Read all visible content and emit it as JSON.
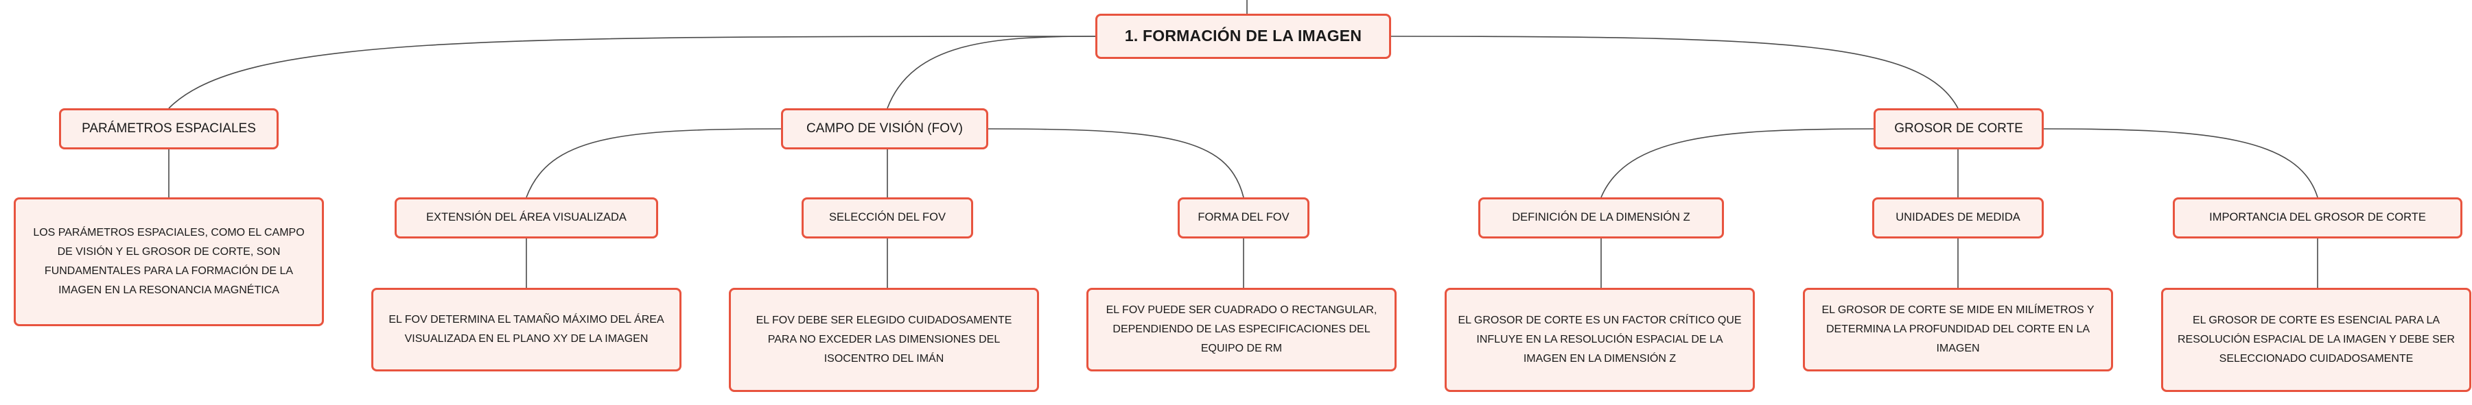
{
  "root": {
    "label": "1. FORMACIÓN DE LA IMAGEN"
  },
  "branches": {
    "parametros": {
      "label": "PARÁMETROS ESPACIALES",
      "description": "LOS PARÁMETROS ESPACIALES, COMO EL CAMPO DE VISIÓN Y EL GROSOR DE CORTE, SON FUNDAMENTALES PARA LA FORMACIÓN DE LA IMAGEN EN LA RESONANCIA MAGNÉTICA"
    },
    "fov": {
      "label": "CAMPO DE VISIÓN (FOV)",
      "children": {
        "extension": {
          "label": "EXTENSIÓN DEL ÁREA VISUALIZADA",
          "description": "EL FOV DETERMINA EL TAMAÑO MÁXIMO DEL ÁREA VISUALIZADA EN EL PLANO XY DE LA IMAGEN"
        },
        "seleccion": {
          "label": "SELECCIÓN DEL FOV",
          "description": "EL FOV DEBE SER ELEGIDO CUIDADOSAMENTE PARA NO EXCEDER LAS DIMENSIONES DEL ISOCENTRO DEL IMÁN"
        },
        "forma": {
          "label": "FORMA DEL FOV",
          "description": "EL FOV PUEDE SER CUADRADO O RECTANGULAR, DEPENDIENDO DE LAS ESPECIFICACIONES DEL EQUIPO DE RM"
        }
      }
    },
    "grosor": {
      "label": "GROSOR DE CORTE",
      "children": {
        "dimension_z": {
          "label": "DEFINICIÓN DE LA DIMENSIÓN Z",
          "description": "EL GROSOR DE CORTE ES UN FACTOR CRÍTICO QUE INFLUYE EN LA RESOLUCIÓN ESPACIAL DE LA IMAGEN EN LA DIMENSIÓN Z"
        },
        "unidades": {
          "label": "UNIDADES DE MEDIDA",
          "description": "EL GROSOR DE CORTE SE MIDE EN MILÍMETROS Y DETERMINA LA PROFUNDIDAD DEL CORTE EN LA IMAGEN"
        },
        "importancia": {
          "label": "IMPORTANCIA DEL GROSOR DE CORTE",
          "description": "EL GROSOR DE CORTE ES ESENCIAL PARA LA RESOLUCIÓN ESPACIAL DE LA IMAGEN Y DEBE SER SELECCIONADO CUIDADOSAMENTE"
        }
      }
    }
  },
  "colors": {
    "node_border": "#e8543f",
    "node_fill": "#fdf0ec",
    "connector": "#4a4a4a",
    "text": "#1a1a1a"
  }
}
